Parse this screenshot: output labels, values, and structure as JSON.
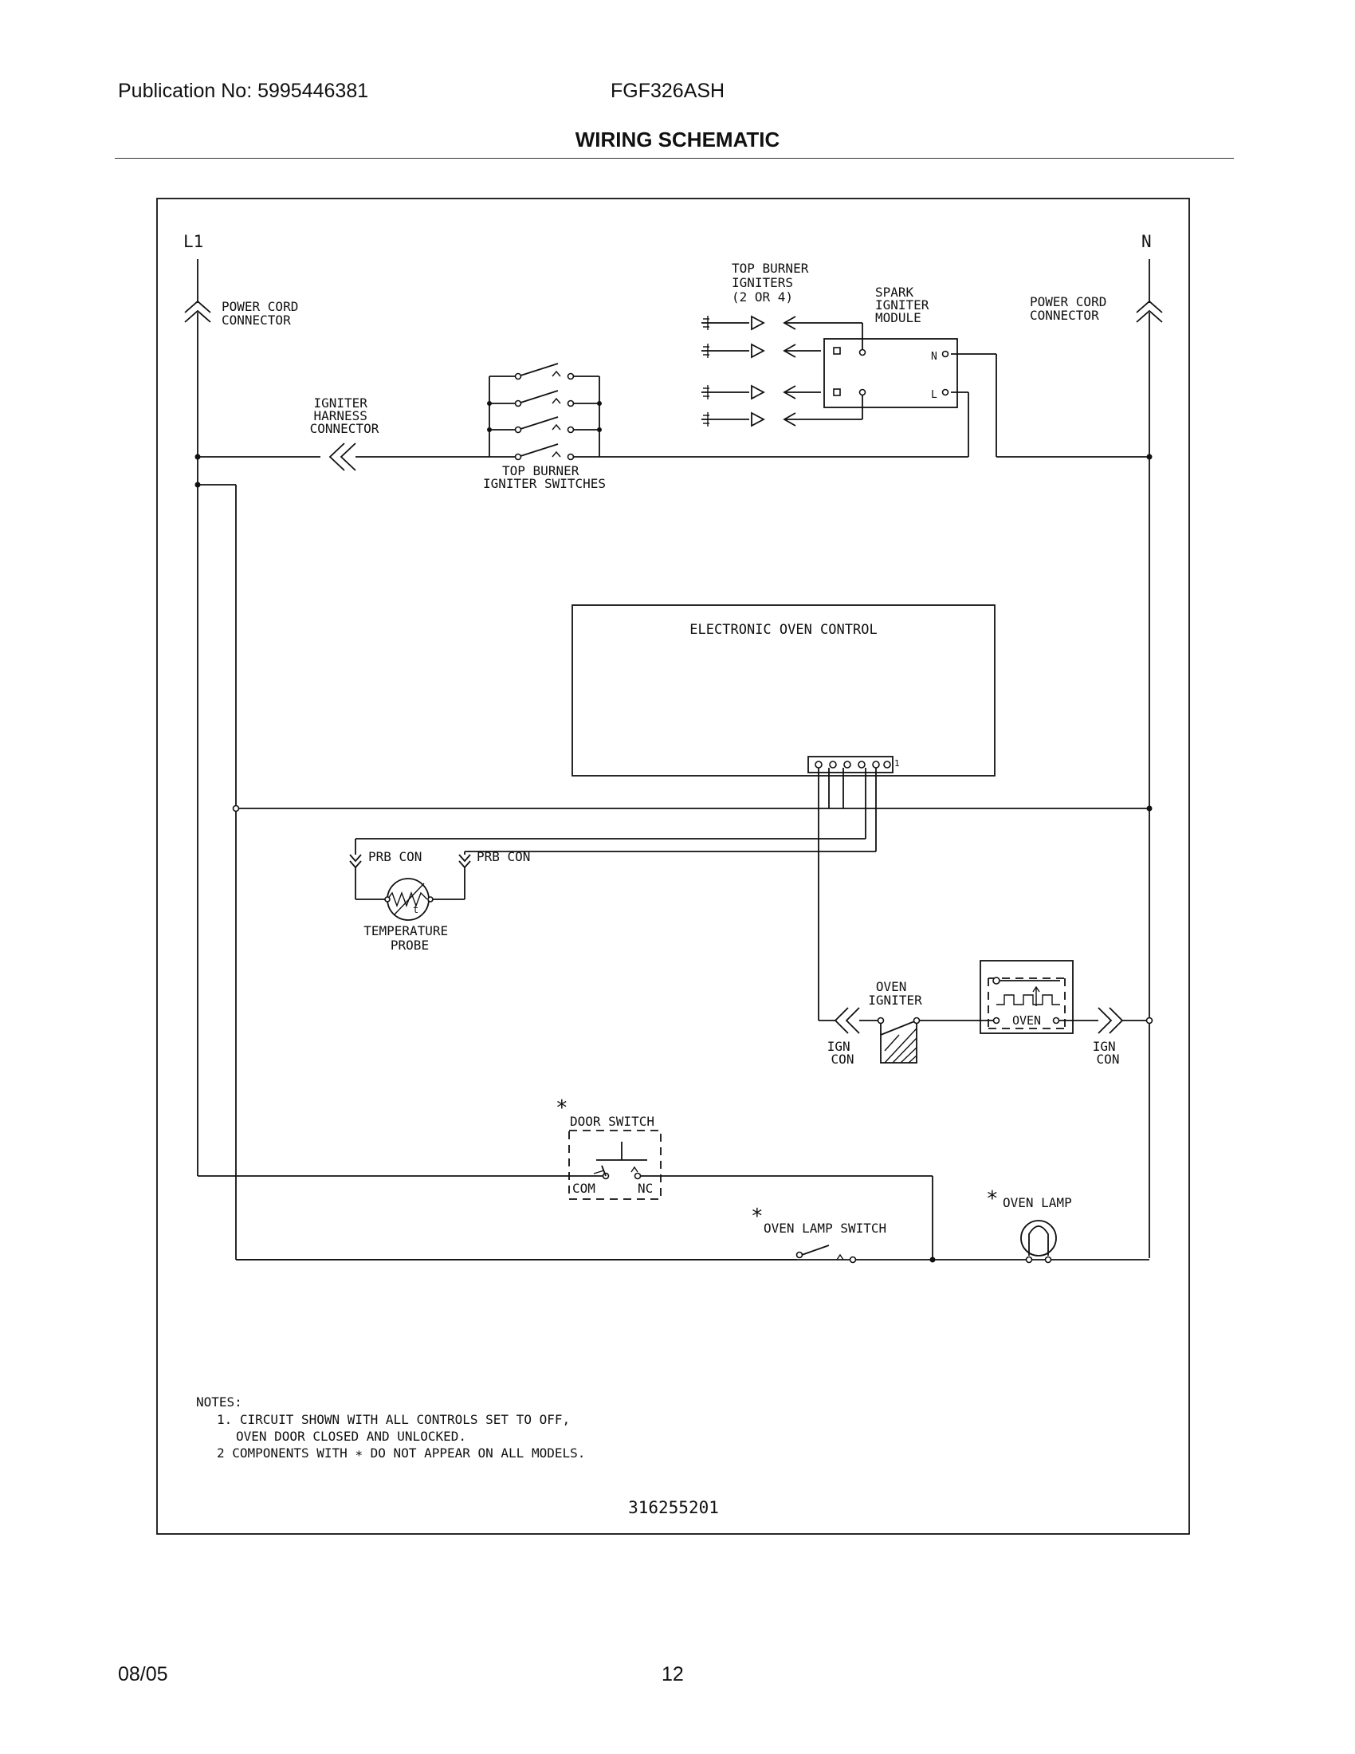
{
  "header": {
    "publication": "Publication No: 5995446381",
    "model": "FGF326ASH",
    "title": "WIRING SCHEMATIC"
  },
  "labels": {
    "l1": "L1",
    "n": "N",
    "power_cord_left": [
      "POWER CORD",
      "CONNECTOR"
    ],
    "power_cord_right": [
      "POWER CORD",
      "CONNECTOR"
    ],
    "igniter_harness": [
      "IGNITER",
      "HARNESS",
      "CONNECTOR"
    ],
    "top_burner_switches": [
      "TOP BURNER",
      "IGNITER SWITCHES"
    ],
    "top_burner_igniters": [
      "TOP BURNER",
      "IGNITERS",
      "(2 OR 4)"
    ],
    "spark_module": [
      "SPARK",
      "IGNITER",
      "MODULE"
    ],
    "module_n": "N",
    "module_l": "L",
    "eoc": "ELECTRONIC OVEN CONTROL",
    "pin1": "1",
    "prb_con_1": "PRB CON",
    "prb_con_2": "PRB CON",
    "temp_probe": [
      "TEMPERATURE",
      "PROBE"
    ],
    "oven_igniter": [
      "OVEN",
      "IGNITER"
    ],
    "oven": "OVEN",
    "ign_con_left": [
      "IGN",
      "CON"
    ],
    "ign_con_right": [
      "IGN",
      "CON"
    ],
    "door_switch": "DOOR SWITCH",
    "com": "COM",
    "nc": "NC",
    "oven_lamp_switch": "OVEN LAMP SWITCH",
    "oven_lamp": "OVEN LAMP",
    "asterisk": "*",
    "probe_t": "t"
  },
  "notes": {
    "heading": "NOTES:",
    "lines": [
      "1.  CIRCUIT SHOWN WITH ALL CONTROLS SET TO OFF,",
      "OVEN DOOR CLOSED AND UNLOCKED.",
      "2  COMPONENTS WITH ∗ DO NOT APPEAR ON ALL MODELS."
    ]
  },
  "drawing_number": "316255201",
  "footer": {
    "date": "08/05",
    "page": "12"
  }
}
